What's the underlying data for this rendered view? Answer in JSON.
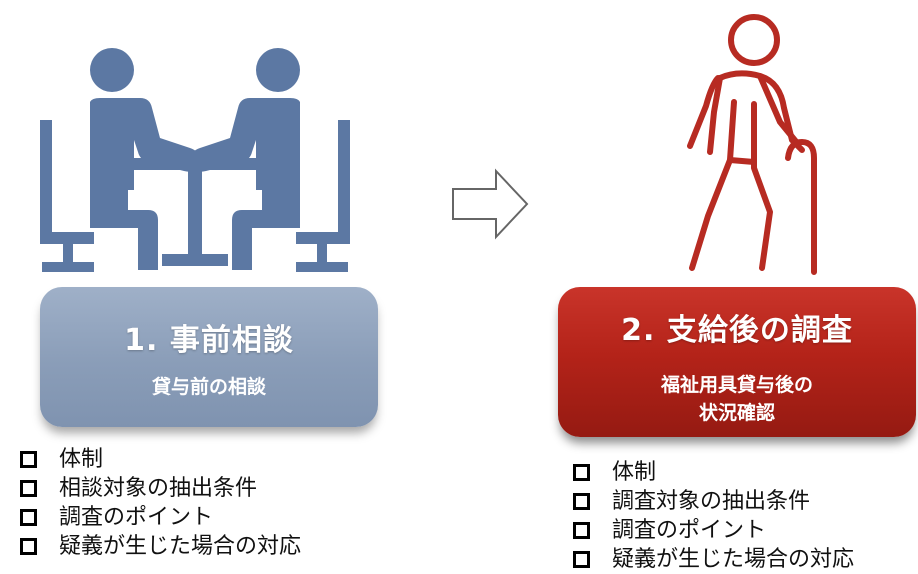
{
  "left_card": {
    "title": "1. 事前相談",
    "subtitle": "貸与前の相談"
  },
  "right_card": {
    "title": "2. 支給後の調査",
    "subtitle_line1": "福祉用具貸与後の",
    "subtitle_line2": "状況確認"
  },
  "left_checklist": [
    "体制",
    "相談対象の抽出条件",
    "調査のポイント",
    "疑義が生じた場合の対応"
  ],
  "right_checklist": [
    "体制",
    "調査対象の抽出条件",
    "調査のポイント",
    "疑義が生じた場合の対応"
  ],
  "icons": {
    "left": "consultation-meeting-icon",
    "arrow": "right-arrow-icon",
    "right": "elderly-person-with-cane-icon"
  },
  "colors": {
    "left_icon": "#5c78a3",
    "left_card": "#8a9db8",
    "right_icon": "#b72b22",
    "right_card": "#b42319",
    "arrow_outline": "#666666"
  }
}
